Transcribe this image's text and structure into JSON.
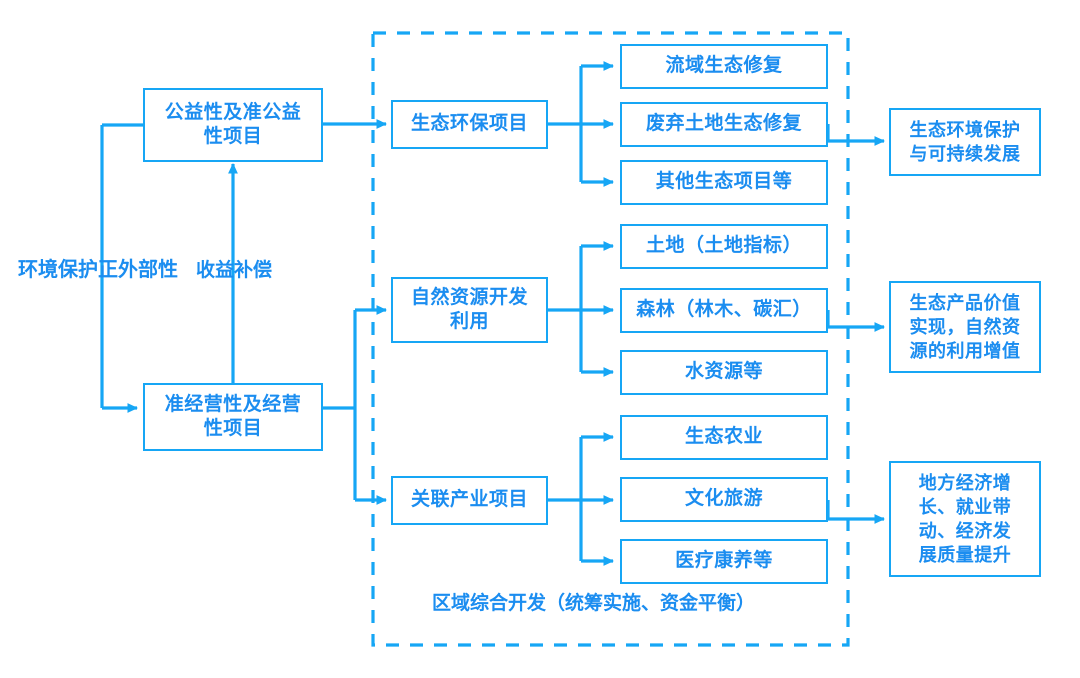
{
  "diagram": {
    "title_caption": "区域综合开发（统筹实施、资金平衡）",
    "accent_color": "#16a6f5",
    "text_color": "#1b8df0",
    "background": "#ffffff",
    "left_labels": {
      "externality": "环境保护正外部性",
      "compensation": "收益补偿"
    },
    "level1": [
      {
        "id": "public",
        "label_line1": "公益性及准公益",
        "label_line2": "性项目"
      },
      {
        "id": "quasi",
        "label_line1": "准经营性及经营",
        "label_line2": "性项目"
      }
    ],
    "level2": [
      {
        "id": "eco-env",
        "label_line1": "生态环保项目",
        "label_line2": ""
      },
      {
        "id": "nat-res",
        "label_line1": "自然资源开发",
        "label_line2": "利用"
      },
      {
        "id": "related-ind",
        "label_line1": "关联产业项目",
        "label_line2": ""
      }
    ],
    "leaves": {
      "eco_env": [
        "流域生态修复",
        "废弃土地生态修复",
        "其他生态项目等"
      ],
      "nat_res": [
        "土地（土地指标）",
        "森林（林木、碳汇）",
        "水资源等"
      ],
      "related_ind": [
        "生态农业",
        "文化旅游",
        "医疗康养等"
      ]
    },
    "outcomes": [
      {
        "id": "outcome-eco",
        "lines": [
          "生态环境保护",
          "与可持续发展"
        ]
      },
      {
        "id": "outcome-value",
        "lines": [
          "生态产品价值",
          "实现，自然资",
          "源的利用增值"
        ]
      },
      {
        "id": "outcome-econ",
        "lines": [
          "地方经济增",
          "长、就业带",
          "动、经济发",
          "展质量提升"
        ]
      }
    ]
  }
}
